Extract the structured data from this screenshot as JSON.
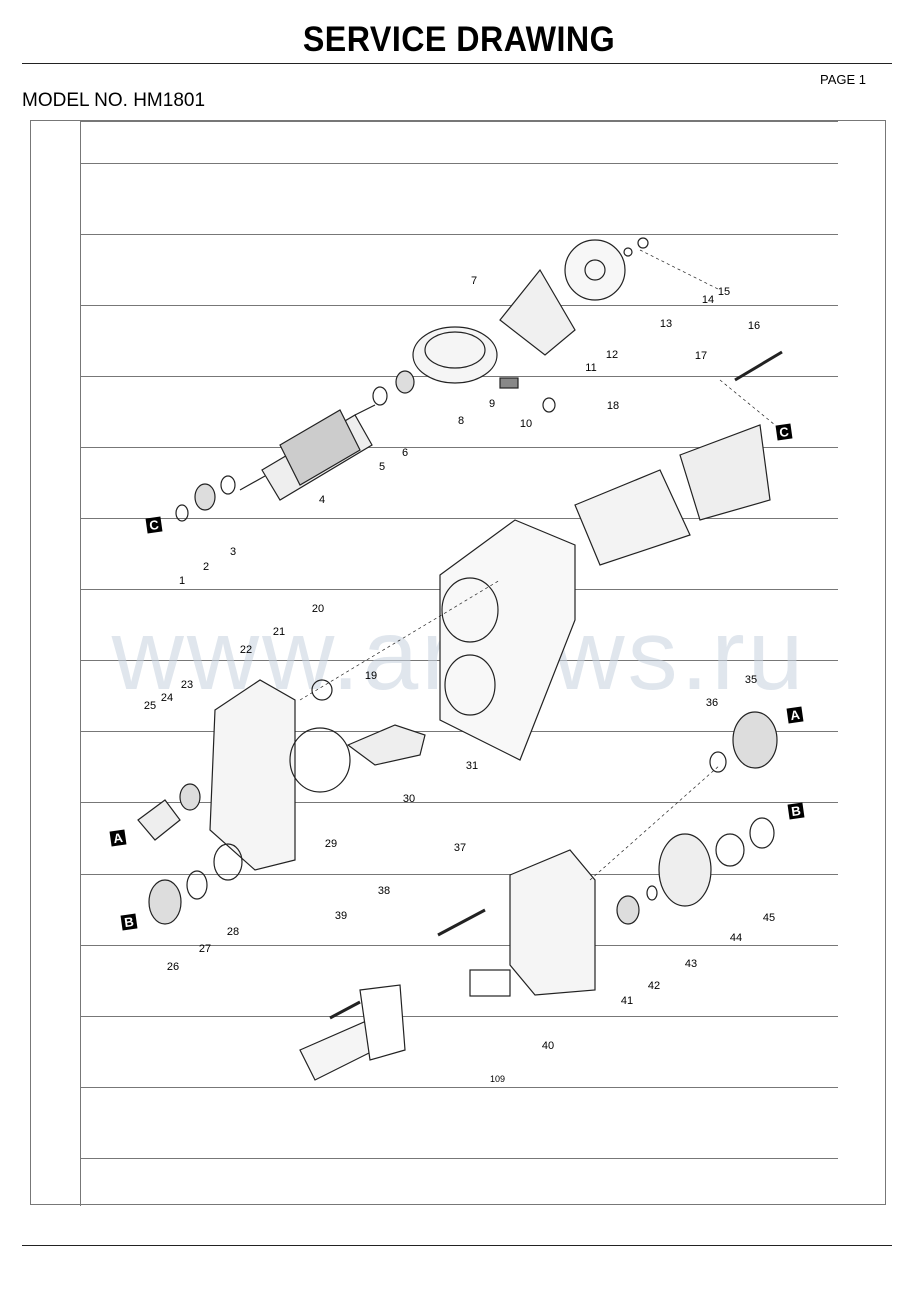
{
  "header": {
    "title": "SERVICE DRAWING",
    "page": "PAGE 1",
    "model": "MODEL NO. HM1801"
  },
  "figure_number": "109",
  "watermark": "www.arrows.ru",
  "reference_keys": {
    "A": "A",
    "B": "B",
    "C": "C"
  },
  "part_labels": {
    "p1": "1",
    "p2": "2",
    "p3": "3",
    "p4": "4",
    "p5": "5",
    "p6": "6",
    "p7": "7",
    "p8": "8",
    "p9": "9",
    "p10": "10",
    "p11": "11",
    "p12": "12",
    "p13": "13",
    "p14": "14",
    "p15": "15",
    "p16": "16",
    "p17": "17",
    "p18": "18",
    "p19": "19",
    "p20": "20",
    "p21": "21",
    "p22": "22",
    "p23": "23",
    "p24": "24",
    "p25": "25",
    "p26": "26",
    "p27": "27",
    "p28": "28",
    "p29": "29",
    "p30": "30",
    "p31": "31",
    "p35": "35",
    "p36": "36",
    "p37": "37",
    "p38": "38",
    "p39": "39",
    "p40": "40",
    "p41": "41",
    "p42": "42",
    "p43": "43",
    "p44": "44",
    "p45": "45"
  }
}
